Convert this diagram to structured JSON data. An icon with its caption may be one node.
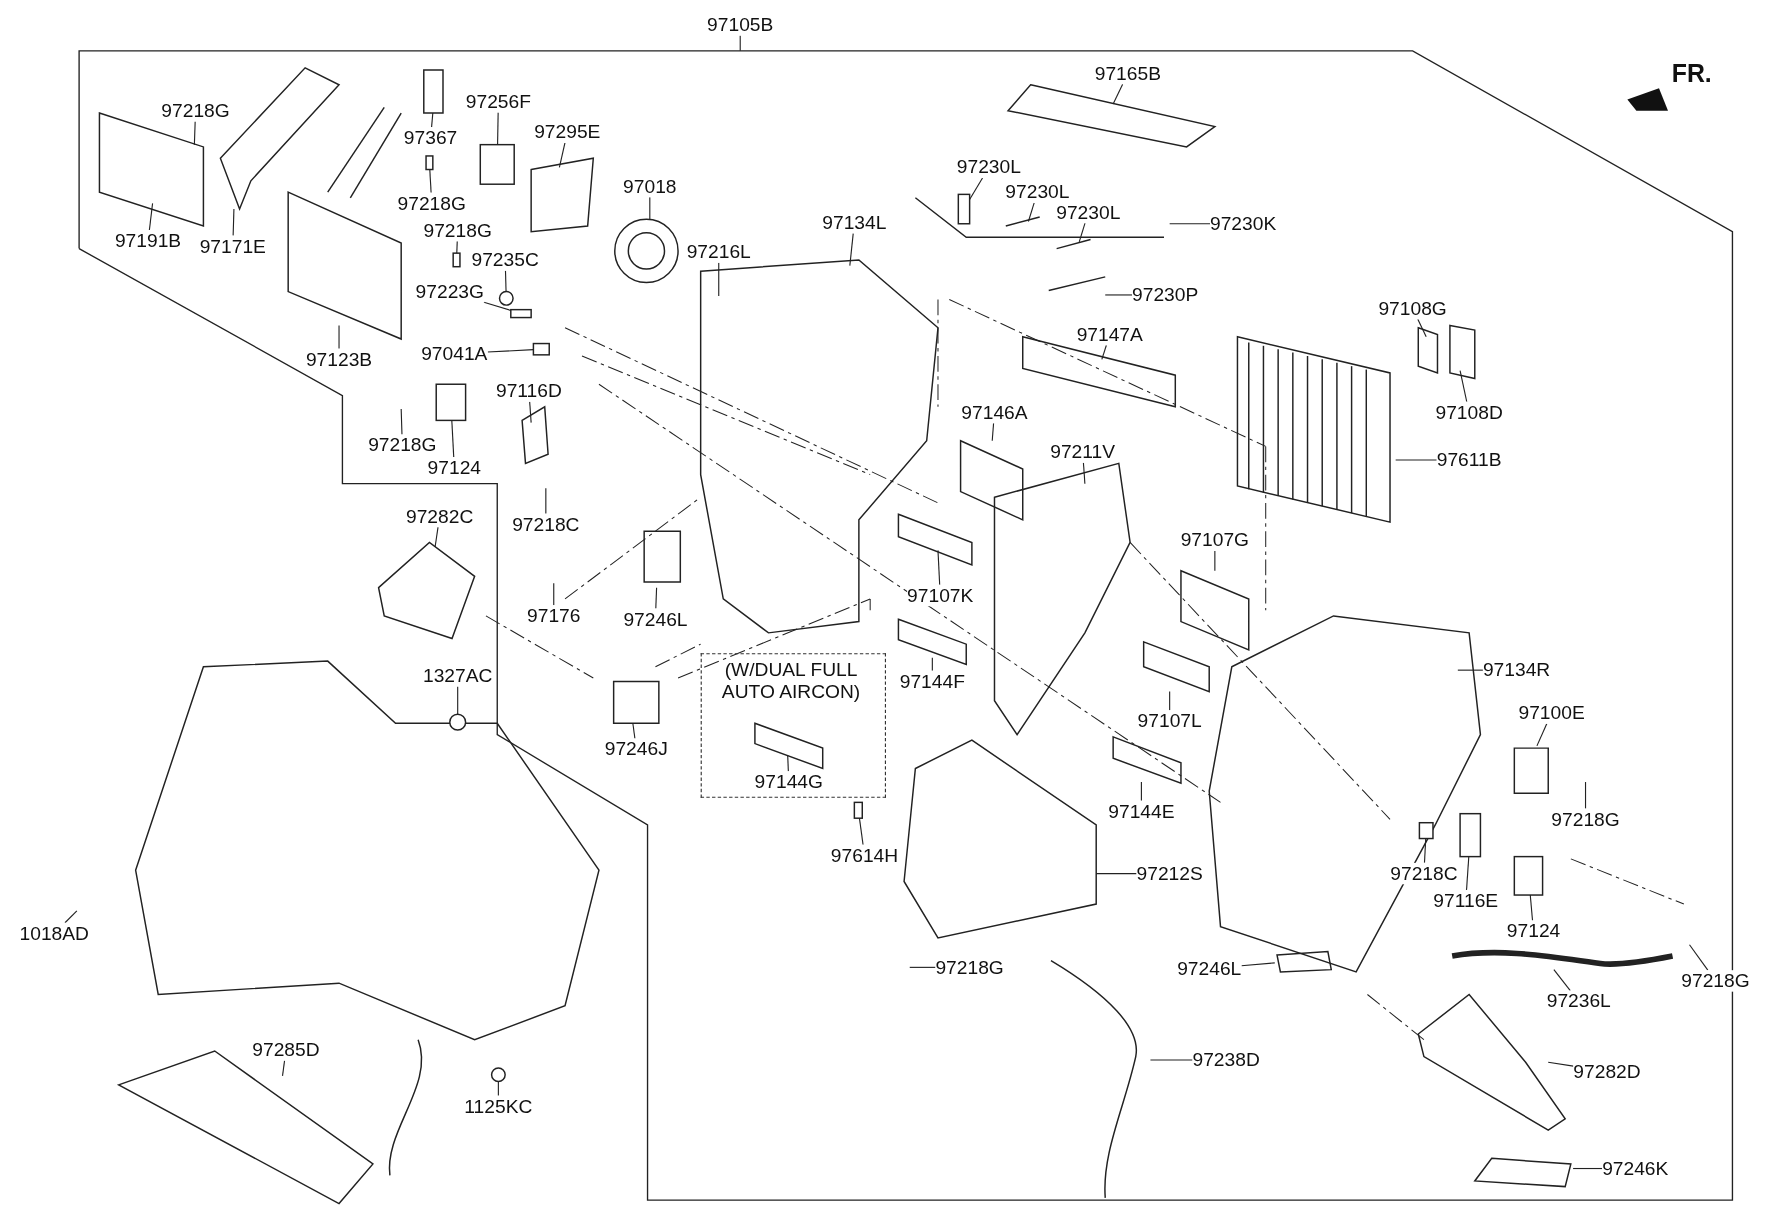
{
  "diagram": {
    "nodes": [
      {
        "text": [
          "97105B"
        ]
      },
      {
        "text": [
          "97218G"
        ]
      },
      {
        "text": [
          "97367"
        ]
      },
      {
        "text": [
          "97256F"
        ]
      },
      {
        "text": [
          "97295E"
        ]
      },
      {
        "text": [
          "97165B"
        ]
      },
      {
        "text": [
          "97230L"
        ]
      },
      {
        "text": [
          "97230L"
        ]
      },
      {
        "text": [
          "97230L"
        ]
      },
      {
        "text": [
          "97230K"
        ]
      },
      {
        "text": [
          "97191B"
        ]
      },
      {
        "text": [
          "97171E"
        ]
      },
      {
        "text": [
          "97218G"
        ]
      },
      {
        "text": [
          "97018"
        ]
      },
      {
        "text": [
          "97218G"
        ]
      },
      {
        "text": [
          "97235C"
        ]
      },
      {
        "text": [
          "97216L"
        ]
      },
      {
        "text": [
          "97134L"
        ]
      },
      {
        "text": [
          "97230P"
        ]
      },
      {
        "text": [
          "97108G"
        ]
      },
      {
        "text": [
          "97223G"
        ]
      },
      {
        "text": [
          "97123B"
        ]
      },
      {
        "text": [
          "97041A"
        ]
      },
      {
        "text": [
          "97147A"
        ]
      },
      {
        "text": [
          "97108D"
        ]
      },
      {
        "text": [
          "97116D"
        ]
      },
      {
        "text": [
          "97146A"
        ]
      },
      {
        "text": [
          "97218G"
        ]
      },
      {
        "text": [
          "97124"
        ]
      },
      {
        "text": [
          "97211V"
        ]
      },
      {
        "text": [
          "97611B"
        ]
      },
      {
        "text": [
          "97282C"
        ]
      },
      {
        "text": [
          "97218C"
        ]
      },
      {
        "text": [
          "97107G"
        ]
      },
      {
        "text": [
          "97107K"
        ]
      },
      {
        "text": [
          "97176"
        ]
      },
      {
        "text": [
          "97246L"
        ]
      },
      {
        "text": [
          "97134R"
        ]
      },
      {
        "text": [
          "1327AC"
        ]
      },
      {
        "text": [
          "97144F"
        ]
      },
      {
        "text": [
          "97100E"
        ]
      },
      {
        "text": [
          "97246J"
        ]
      },
      {
        "text": [
          "97107L"
        ]
      },
      {
        "text": [
          "(W/DUAL FULL AUTO AIRCON)"
        ]
      },
      {
        "text": [
          "97144G"
        ],
        "in": 43
      },
      {
        "text": [
          "97218G"
        ]
      },
      {
        "text": [
          "97614H"
        ]
      },
      {
        "text": [
          "97144E"
        ]
      },
      {
        "text": [
          "97212S"
        ]
      },
      {
        "text": [
          "97218C"
        ]
      },
      {
        "text": [
          "97116E"
        ]
      },
      {
        "text": [
          "1018AD"
        ]
      },
      {
        "text": [
          "97124"
        ]
      },
      {
        "text": [
          "97218G"
        ]
      },
      {
        "text": [
          "97246L"
        ]
      },
      {
        "text": [
          "97218G"
        ]
      },
      {
        "text": [
          "97236L"
        ]
      },
      {
        "text": [
          "97285D"
        ]
      },
      {
        "text": [
          "97238D"
        ]
      },
      {
        "text": [
          "97282D"
        ]
      },
      {
        "text": [
          "1125KC"
        ]
      },
      {
        "text": [
          "97246K"
        ]
      },
      {
        "text": [],
        "shape": "box"
      },
      {
        "text": [],
        "shape": "bar"
      },
      {
        "text": [],
        "shape": "bar"
      },
      {
        "text": [],
        "shape": "bar"
      },
      {
        "text": [],
        "shape": "circle"
      },
      {
        "text": [],
        "shape": "box"
      },
      {
        "text": [],
        "shape": "box"
      },
      {
        "text": [],
        "shape": "box"
      },
      {
        "text": [],
        "shape": "box"
      },
      {
        "text": [],
        "shape": "circle"
      },
      {
        "text": [],
        "shape": "circle"
      },
      {
        "text": [],
        "shape": "box"
      },
      {
        "text": [],
        "shape": "bar"
      },
      {
        "text": [],
        "shape": "bar"
      }
    ],
    "edges": [
      {
        "from": 0,
        "to": null,
        "arrow": "none"
      },
      {
        "from": 1,
        "to": null,
        "arrow": "none"
      },
      {
        "from": 2,
        "to": null,
        "arrow": "none"
      },
      {
        "from": 3,
        "to": 62,
        "arrow": "none"
      },
      {
        "from": 4,
        "to": null,
        "arrow": "none"
      },
      {
        "from": 5,
        "to": null,
        "arrow": "none"
      },
      {
        "from": 6,
        "to": 63,
        "arrow": "none"
      },
      {
        "from": 7,
        "to": null,
        "arrow": "none"
      },
      {
        "from": 8,
        "to": null,
        "arrow": "none"
      },
      {
        "from": 9,
        "to": null,
        "arrow": "none"
      },
      {
        "from": 10,
        "to": null,
        "arrow": "none"
      },
      {
        "from": 11,
        "to": null,
        "arrow": "none"
      },
      {
        "from": 12,
        "to": 64,
        "arrow": "none"
      },
      {
        "from": 13,
        "to": null,
        "arrow": "none"
      },
      {
        "from": 14,
        "to": 65,
        "arrow": "none"
      },
      {
        "from": 15,
        "to": 66,
        "arrow": "none"
      },
      {
        "from": 16,
        "to": null,
        "arrow": "none"
      },
      {
        "from": 17,
        "to": null,
        "arrow": "none"
      },
      {
        "from": 18,
        "to": null,
        "arrow": "none"
      },
      {
        "from": 19,
        "to": null,
        "arrow": "none"
      },
      {
        "from": 20,
        "to": 74,
        "arrow": "none"
      },
      {
        "from": 21,
        "to": null,
        "arrow": "none"
      },
      {
        "from": 22,
        "to": 67,
        "arrow": "none"
      },
      {
        "from": 23,
        "to": null,
        "arrow": "none"
      },
      {
        "from": 24,
        "to": null,
        "arrow": "none"
      },
      {
        "from": 25,
        "to": null,
        "arrow": "none"
      },
      {
        "from": 26,
        "to": null,
        "arrow": "none"
      },
      {
        "from": 27,
        "to": null,
        "arrow": "none"
      },
      {
        "from": 28,
        "to": 68,
        "arrow": "none"
      },
      {
        "from": 29,
        "to": null,
        "arrow": "none"
      },
      {
        "from": 30,
        "to": null,
        "arrow": "none"
      },
      {
        "from": 31,
        "to": null,
        "arrow": "none"
      },
      {
        "from": 32,
        "to": null,
        "arrow": "none"
      },
      {
        "from": 33,
        "to": null,
        "arrow": "none"
      },
      {
        "from": 34,
        "to": null,
        "arrow": "none"
      },
      {
        "from": 35,
        "to": null,
        "arrow": "none"
      },
      {
        "from": 36,
        "to": null,
        "arrow": "none"
      },
      {
        "from": 37,
        "to": null,
        "arrow": "none"
      },
      {
        "from": 38,
        "to": 71,
        "arrow": "none"
      },
      {
        "from": 39,
        "to": null,
        "arrow": "none"
      },
      {
        "from": 40,
        "to": null,
        "arrow": "none"
      },
      {
        "from": 41,
        "to": null,
        "arrow": "none"
      },
      {
        "from": 42,
        "to": null,
        "arrow": "none"
      },
      {
        "from": 44,
        "to": null,
        "arrow": "none"
      },
      {
        "from": 45,
        "to": null,
        "arrow": "none"
      },
      {
        "from": 46,
        "to": 75,
        "arrow": "none"
      },
      {
        "from": 47,
        "to": null,
        "arrow": "none"
      },
      {
        "from": 48,
        "to": null,
        "arrow": "none"
      },
      {
        "from": 49,
        "to": 69,
        "arrow": "none"
      },
      {
        "from": 50,
        "to": 70,
        "arrow": "none"
      },
      {
        "from": 51,
        "to": null,
        "arrow": "none"
      },
      {
        "from": 52,
        "to": 73,
        "arrow": "none"
      },
      {
        "from": 53,
        "to": null,
        "arrow": "none"
      },
      {
        "from": 54,
        "to": null,
        "arrow": "none"
      },
      {
        "from": 55,
        "to": null,
        "arrow": "none"
      },
      {
        "from": 56,
        "to": null,
        "arrow": "none"
      },
      {
        "from": 57,
        "to": null,
        "arrow": "none"
      },
      {
        "from": 58,
        "to": null,
        "arrow": "none"
      },
      {
        "from": 59,
        "to": null,
        "arrow": "none"
      },
      {
        "from": 60,
        "to": 72,
        "arrow": "none"
      },
      {
        "from": 61,
        "to": null,
        "arrow": "none"
      }
    ],
    "labels": [
      "FR."
    ]
  }
}
